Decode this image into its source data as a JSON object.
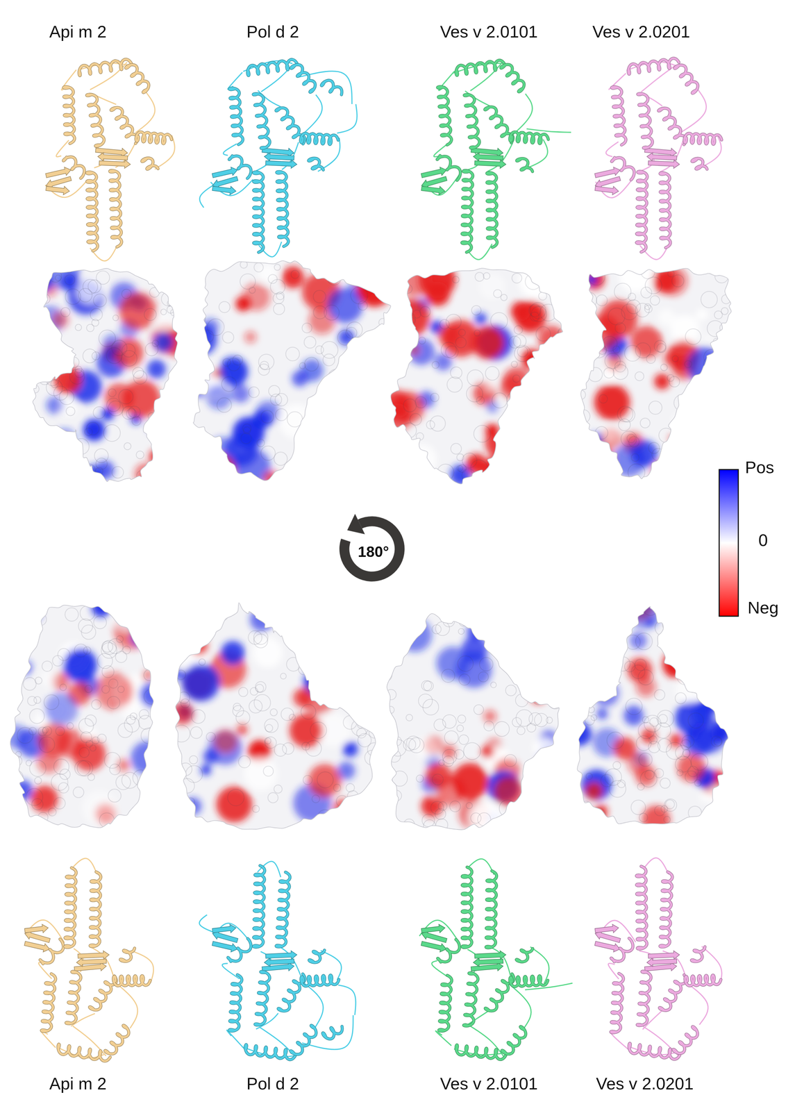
{
  "diagram": {
    "labels": [
      "Api m 2",
      "Pol d 2",
      "Ves v 2.0101",
      "Ves v 2.0201",
      "180°",
      "Pos",
      "0",
      "Neg",
      "Api m 2",
      "Pol d 2",
      "Ves v 2.0101",
      "Ves v 2.0201"
    ]
  }
}
